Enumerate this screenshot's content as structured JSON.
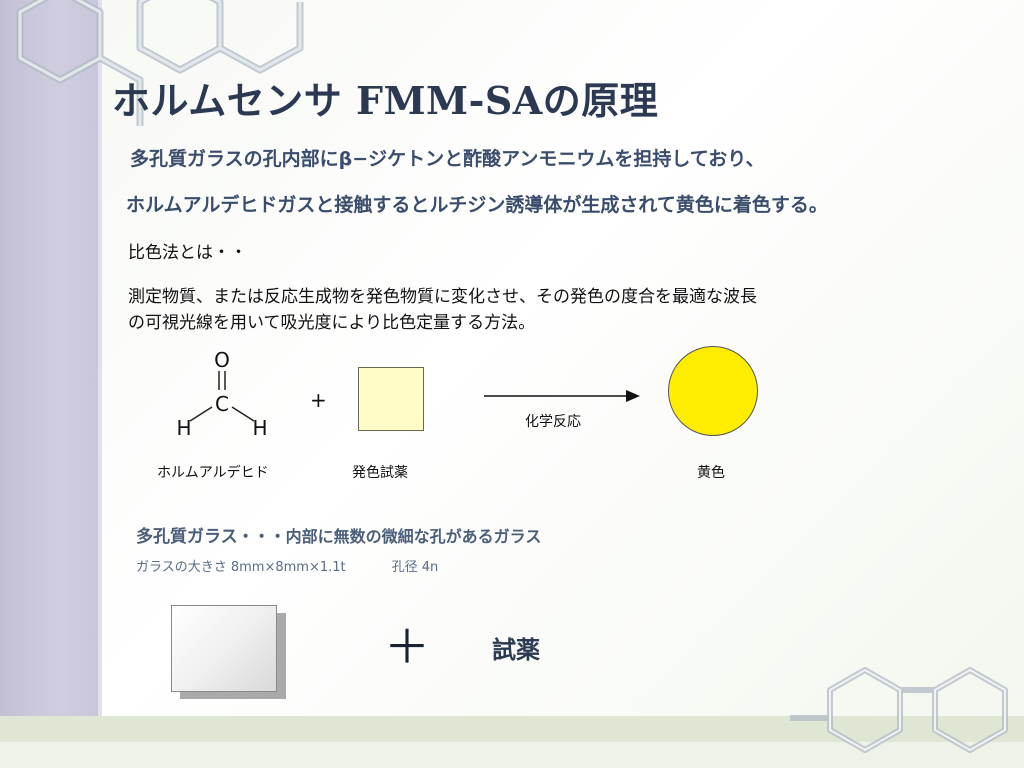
{
  "slide": {
    "title": "ホルムセンサ FMM-SAの原理",
    "subtitle_line1": "多孔質ガラスの孔内部にβ−ジケトンと酢酸アンモニウムを担持しており、",
    "subtitle_line2": "ホルムアルデヒドガスと接触するとルチジン誘導体が生成されて黄色に着色する。",
    "colorimetry_heading": "比色法とは・・",
    "colorimetry_def_line1": "測定物質、または反応生成物を発色物質に変化させ、その発色の度合を最適な波長",
    "colorimetry_def_line2": "の可視光線を用いて吸光度により比色定量する方法。"
  },
  "reaction": {
    "formaldehyde_label": "ホルムアルデヒド",
    "formaldehyde_atoms": {
      "oxygen": "O",
      "carbon": "C",
      "hydrogen_left": "H",
      "hydrogen_right": "H"
    },
    "plus_symbol": "+",
    "reagent_label": "発色試薬",
    "arrow_label": "化学反応",
    "product_label": "黄色",
    "colors": {
      "reagent_fill": "#fffcc8",
      "product_fill": "#ffed00"
    }
  },
  "porous_glass": {
    "title_main": "多孔質ガラス",
    "title_rest": "・・・内部に無数の微細な孔があるガラス",
    "size_text": "ガラスの大きさ  8mm×8mm×1.1t",
    "pore_text": "孔径  4n",
    "big_plus": "＋",
    "reagent_text": "試薬"
  },
  "theme": {
    "title_color": "#2b3a52",
    "subtitle_color": "#3a4d6c",
    "band_color": "#c3c0d6"
  }
}
